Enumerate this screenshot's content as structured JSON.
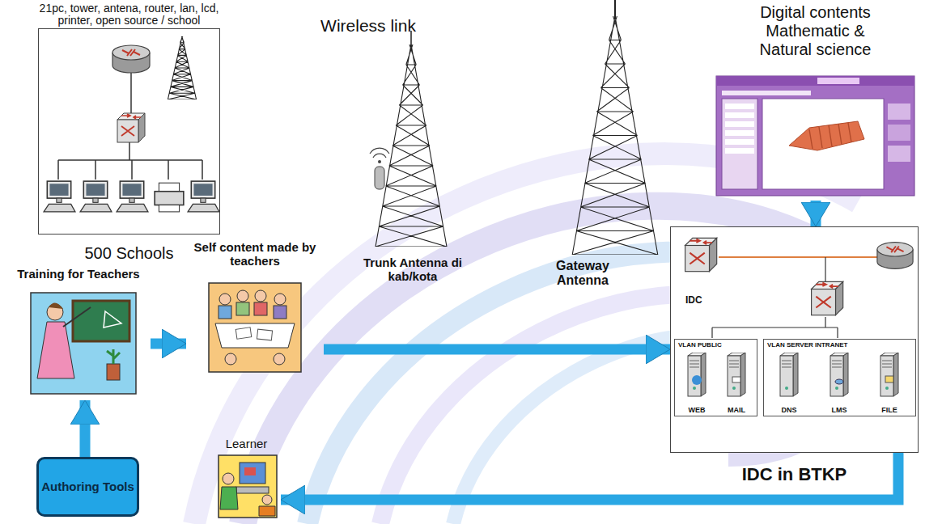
{
  "diagram": {
    "nodes": [
      {
        "text": [
          "21pc, tower, antena, router, lan, lcd, printer, open source / school",
          "500 Schools"
        ]
      },
      {
        "text": [
          "Digital contents Mathematic & Natural science"
        ]
      },
      {
        "text": [
          "IDC",
          "IDC in BTKP"
        ]
      },
      {
        "text": [
          "VLAN PUBLIC"
        ],
        "in": 2
      },
      {
        "text": [
          "WEB"
        ],
        "in": 3
      },
      {
        "text": [
          "MAIL"
        ],
        "in": 3
      },
      {
        "text": [
          "VLAN SERVER INTRANET"
        ],
        "in": 2
      },
      {
        "text": [
          "DNS"
        ],
        "in": 6
      },
      {
        "text": [
          "LMS"
        ],
        "in": 6
      },
      {
        "text": [
          "FILE"
        ],
        "in": 6
      },
      {
        "text": [
          "Training for Teachers"
        ]
      },
      {
        "text": [
          "Self content made by teachers"
        ]
      },
      {
        "text": [
          "Authoring Tools"
        ]
      },
      {
        "text": [
          "Learner"
        ]
      }
    ],
    "edges": [
      {
        "from": 12,
        "to": 10,
        "arrow": "to"
      },
      {
        "from": 10,
        "to": 11,
        "arrow": "to"
      },
      {
        "from": 11,
        "to": 2,
        "arrow": "to"
      },
      {
        "from": 2,
        "to": 13,
        "arrow": "to"
      },
      {
        "from": 1,
        "to": 2,
        "arrow": "to"
      }
    ],
    "labels": [
      "Wireless link",
      "Trunk Antenna di kab/kota",
      "Gateway Antenna"
    ]
  }
}
